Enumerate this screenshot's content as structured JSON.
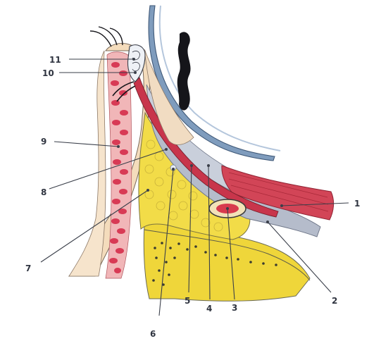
{
  "figure": {
    "labels": [
      {
        "id": "1",
        "text": "1"
      },
      {
        "id": "2",
        "text": "2"
      },
      {
        "id": "3",
        "text": "3"
      },
      {
        "id": "4",
        "text": "4"
      },
      {
        "id": "5",
        "text": "5"
      },
      {
        "id": "6",
        "text": "6"
      },
      {
        "id": "7",
        "text": "7"
      },
      {
        "id": "8",
        "text": "8"
      },
      {
        "id": "9",
        "text": "9"
      },
      {
        "id": "10",
        "text": "10"
      },
      {
        "id": "11",
        "text": "11"
      }
    ],
    "colors": {
      "skin": "#f4dcbc",
      "dermis_red": "#d83a55",
      "fat_yellow": "#f0da3c",
      "muscle_red": "#cc3b4f",
      "connective_gray": "#a9b0bf",
      "membrane_blue": "#4f6e92",
      "lash_black": "#15151a",
      "line": "#3a3f4a"
    }
  }
}
